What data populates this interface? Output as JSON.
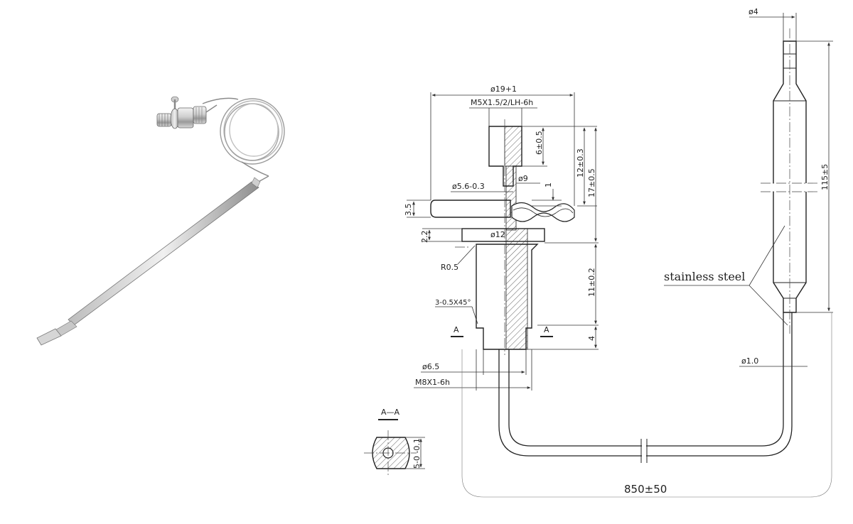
{
  "labels": {
    "dia_flange": "ø19+1",
    "thread_top": "M5X1.5/2/LH-6h",
    "len_6": "6±0.5",
    "len_12": "12±0.3",
    "len_17": "17±0.5",
    "dia_9": "ø9",
    "dia_5_6": "ø5.6-0.3",
    "len_1": "1",
    "thick_3_5": "3.5",
    "thick_2_2": "2.2",
    "dia_12": "ø12",
    "radius": "R0.5",
    "len_11": "11±0.2",
    "chamfer": "3-0.5X45°",
    "section_mark": "A",
    "len_4": "4",
    "dia_6_5": "ø6.5",
    "thread_bottom": "M8X1-6h",
    "section_title": "A—A",
    "flat_5": "5-0 -0.1",
    "dia_4": "ø4",
    "len_115": "115±5",
    "material": "stainless steel",
    "dia_1_0": "ø1.0",
    "len_850": "850±50"
  },
  "colors": {
    "line": "#222222",
    "metal_light": "#e6e6e6",
    "metal_dark": "#8a8a8a",
    "background": "#ffffff"
  }
}
